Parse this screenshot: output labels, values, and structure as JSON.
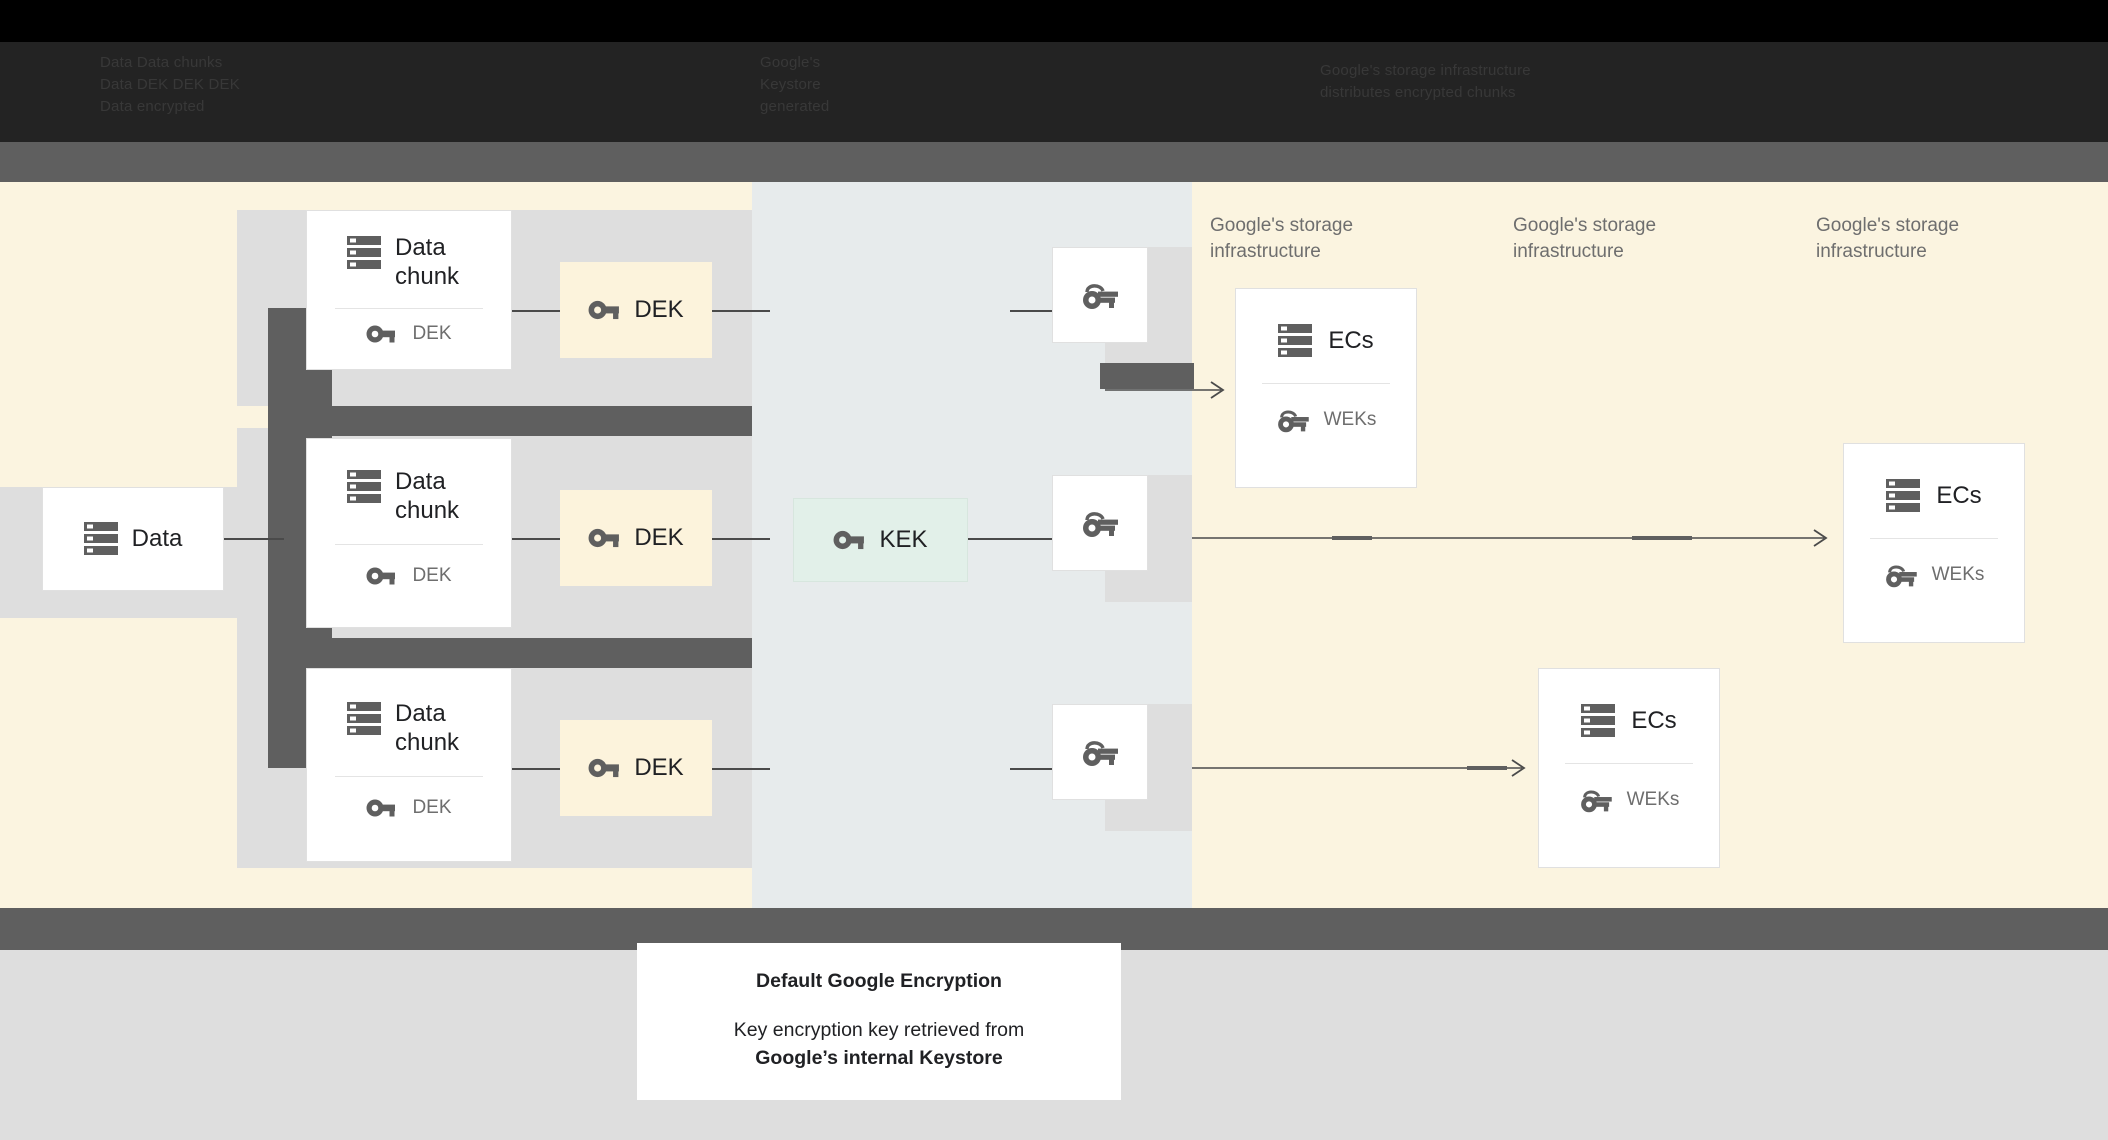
{
  "header": {
    "smear_left": "Data        Data chunks\nData        DEK DEK DEK\nData         encrypted",
    "smear_mid": "Google's\nKeystore\ngenerated",
    "smear_right": "Google's storage infrastructure\ndistributes encrypted chunks"
  },
  "palette": {
    "cream": "#FBF4E0",
    "grey": "#DEDEDE",
    "blue_grey": "#E7EBEC",
    "dark_grey": "#5F5F5F",
    "dek_fill": "#FCF3DC",
    "kek_fill": "#E2F0E9",
    "card_fill": "#FFFFFF",
    "text_dark": "#202124",
    "text_grey": "#6E6E6E"
  },
  "nodes": {
    "data": {
      "label": "Data",
      "icon": "storage-icon"
    },
    "chunks": [
      {
        "title": "Data chunk",
        "key_label": "DEK",
        "icon": "storage-icon",
        "key_icon": "key-icon"
      },
      {
        "title": "Data chunk",
        "key_label": "DEK",
        "icon": "storage-icon",
        "key_icon": "key-icon"
      },
      {
        "title": "Data chunk",
        "key_label": "DEK",
        "icon": "storage-icon",
        "key_icon": "key-icon"
      }
    ],
    "deks": [
      {
        "label": "DEK",
        "icon": "key-icon"
      },
      {
        "label": "DEK",
        "icon": "key-icon"
      },
      {
        "label": "DEK",
        "icon": "key-icon"
      }
    ],
    "kek": {
      "label": "KEK",
      "icon": "key-icon"
    },
    "wrapped_keys": [
      {
        "label": "",
        "icon": "wrapped-key-icon"
      },
      {
        "label": "",
        "icon": "wrapped-key-icon"
      },
      {
        "label": "",
        "icon": "wrapped-key-icon"
      }
    ],
    "storage_labels": [
      "Google's storage infrastructure",
      "Google's storage infrastructure",
      "Google's storage infrastructure"
    ],
    "ecs": [
      {
        "title": "ECs",
        "key_label": "WEKs",
        "icon": "storage-icon",
        "key_icon": "wrapped-key-icon"
      },
      {
        "title": "ECs",
        "key_label": "WEKs",
        "icon": "storage-icon",
        "key_icon": "wrapped-key-icon"
      },
      {
        "title": "ECs",
        "key_label": "WEKs",
        "icon": "storage-icon",
        "key_icon": "wrapped-key-icon"
      }
    ]
  },
  "caption": {
    "title": "Default Google Encryption",
    "line1": "Key encryption key retrieved from",
    "line2": "Google’s internal Keystore"
  }
}
